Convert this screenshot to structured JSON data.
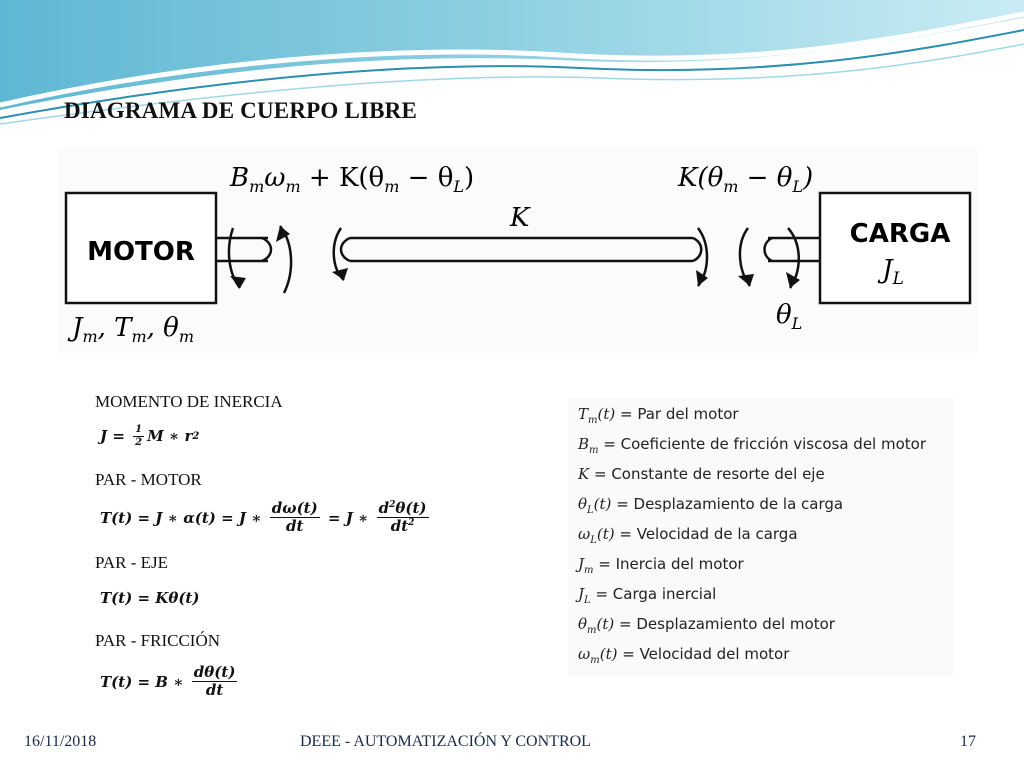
{
  "slide": {
    "title": "DIAGRAMA DE CUERPO LIBRE",
    "footer": {
      "date": "16/11/2018",
      "center": "DEEE - AUTOMATIZACIÓN Y CONTROL",
      "page": "17"
    }
  },
  "diagram": {
    "motor_label": "MOTOR",
    "load_label": "CARGA",
    "load_inertia": "J",
    "load_inertia_sub": "L",
    "motor_params": "J_m, T_m, θ_m",
    "left_torque": "B_m ω_m + K(θ_m − θ_L)",
    "right_torque": "K(θ_m − θ_L)",
    "shaft_constant": "K",
    "load_angle": "θ_L"
  },
  "sections": [
    {
      "label": "MOMENTO DE INERCIA",
      "formula": "J = 1/2 M * r^2"
    },
    {
      "label": "PAR - MOTOR",
      "formula": "T(t) = J * α(t) = J * dω(t)/dt = J * d²θ(t)/dt²"
    },
    {
      "label": "PAR - EJE",
      "formula": "T(t) = Kθ(t)"
    },
    {
      "label": "PAR - FRICCIÓN",
      "formula": "T(t) = B * dθ(t)/dt"
    }
  ],
  "legend": [
    {
      "symbol": "T_m(t)",
      "description": "= Par del motor"
    },
    {
      "symbol": "B_m",
      "description": "= Coeficiente de fricción viscosa del motor"
    },
    {
      "symbol": "K",
      "description": "= Constante de resorte del eje"
    },
    {
      "symbol": "θ_L(t)",
      "description": "= Desplazamiento de la carga"
    },
    {
      "symbol": "ω_L(t)",
      "description": "= Velocidad de la carga"
    },
    {
      "symbol": "J_m",
      "description": "= Inercia del motor"
    },
    {
      "symbol": "J_L",
      "description": "= Carga inercial"
    },
    {
      "symbol": "θ_m(t)",
      "description": "= Desplazamiento del motor"
    },
    {
      "symbol": "ω_m(t)",
      "description": "= Velocidad del motor"
    }
  ],
  "colors": {
    "wave_dark": "#2a8fb0",
    "wave_light": "#bfe6f0",
    "footer_text": "#1a2a4a"
  }
}
